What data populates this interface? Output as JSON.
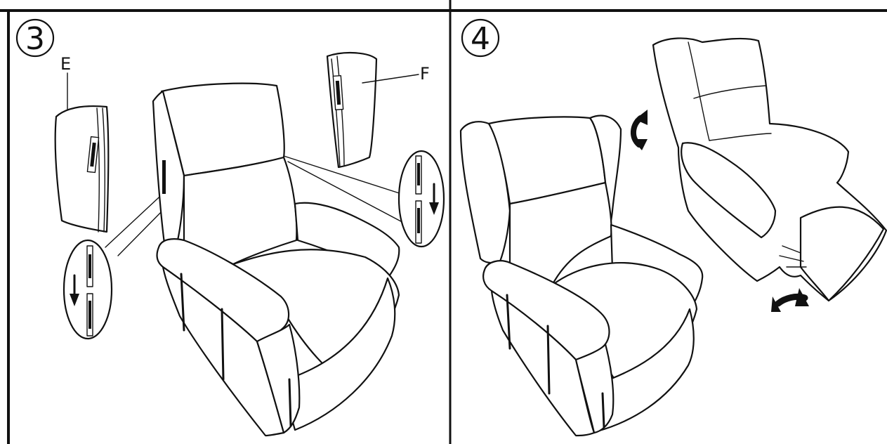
{
  "panels": [
    {
      "step": "3",
      "labels": {
        "e": "E",
        "f": "F"
      }
    },
    {
      "step": "4"
    }
  ]
}
